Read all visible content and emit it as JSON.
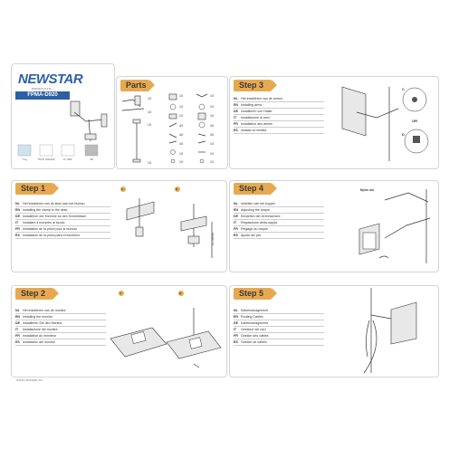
{
  "brand": {
    "logo": "NEWSTAR",
    "logo_sub": "PRODUCTS",
    "model": "FPMA-D920"
  },
  "spec_labels": [
    "7 kg",
    "75x75 100x100",
    "0°–360°",
    "Tilt"
  ],
  "parts": {
    "title": "Parts",
    "counts": [
      "1X",
      "1X",
      "1X",
      "1X",
      "1X",
      "1X",
      "1X",
      "1X",
      "1X",
      "4X",
      "4X",
      "4X",
      "4X",
      "4X",
      "1X",
      "1X",
      "1X",
      "1X",
      "1X",
      "1X"
    ]
  },
  "step1": {
    "title": "Step 1",
    "lines": [
      {
        "code": "NL",
        "text": "Het installeren van de klem aan het bureau"
      },
      {
        "code": "EN",
        "text": "Installing the clamp to the desk"
      },
      {
        "code": "DE",
        "text": "Installieren der Klemme an den Schreibtisch"
      },
      {
        "code": "IT",
        "text": "Installare il morsetto al tavolo"
      },
      {
        "code": "FR",
        "text": "Installation de la pince pour le bureau"
      },
      {
        "code": "ES",
        "text": "Instalación de la pinza para el escritorio"
      }
    ],
    "markers": [
      "A",
      "B"
    ],
    "dimension": "10-100mm"
  },
  "step2": {
    "title": "Step 2",
    "lines": [
      {
        "code": "NL",
        "text": "Het installeren van de monitor"
      },
      {
        "code": "EN",
        "text": "Installing the monitor"
      },
      {
        "code": "DE",
        "text": "Installieren Sie den Monitor"
      },
      {
        "code": "IT",
        "text": "Installazione del monitor"
      },
      {
        "code": "FR",
        "text": "Installation du moniteur"
      },
      {
        "code": "ES",
        "text": "Instalación del monitor"
      }
    ],
    "markers": [
      "A",
      "B"
    ]
  },
  "step3": {
    "title": "Step 3",
    "lines": [
      {
        "code": "NL",
        "text": "Het installeren van de armen"
      },
      {
        "code": "EN",
        "text": "Installing arms"
      },
      {
        "code": "DE",
        "text": "Installieren von Halter"
      },
      {
        "code": "IT",
        "text": "Installazione di armi"
      },
      {
        "code": "FR",
        "text": "Installation des armes"
      },
      {
        "code": "ES",
        "text": "Instalar al monitor"
      }
    ],
    "markers": [
      "C",
      "D"
    ],
    "or_label": "OR"
  },
  "step4": {
    "title": "Step 4",
    "lines": [
      {
        "code": "NL",
        "text": "Instellen van het koppel"
      },
      {
        "code": "EN",
        "text": "Adjusting the torque"
      },
      {
        "code": "DE",
        "text": "Einstellen der Drehmoment"
      },
      {
        "code": "IT",
        "text": "Regolazione della coppia"
      },
      {
        "code": "FR",
        "text": "Réglage du couple"
      },
      {
        "code": "ES",
        "text": "Ajuste del par"
      }
    ],
    "callout": "Nylon nut"
  },
  "step5": {
    "title": "Step 5",
    "lines": [
      {
        "code": "NL",
        "text": "Kabelmanagement"
      },
      {
        "code": "EN",
        "text": "Routing Cables"
      },
      {
        "code": "DE",
        "text": "Kabelmanagement"
      },
      {
        "code": "IT",
        "text": "Gestione dei cavi"
      },
      {
        "code": "FR",
        "text": "Gestion des câbles"
      },
      {
        "code": "ES",
        "text": "Gestión de cables"
      }
    ]
  },
  "footer": "www.newstar.eu",
  "colors": {
    "accent": "#e7a94f",
    "brand": "#2c5fa5",
    "border": "#d5d5d5"
  }
}
